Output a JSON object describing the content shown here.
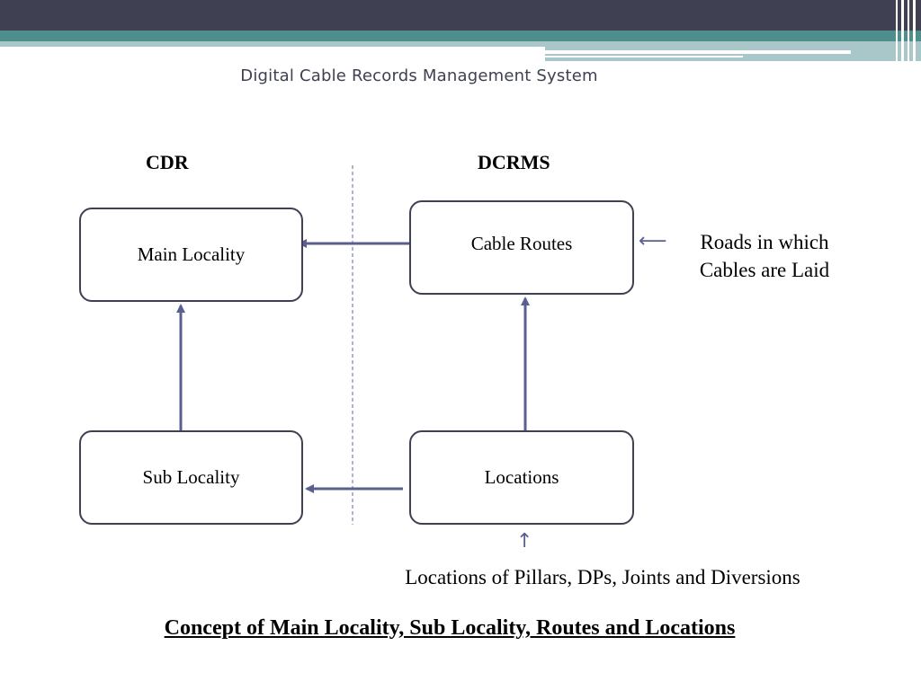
{
  "slide": {
    "title": "Digital Cable Records Management System"
  },
  "columns": {
    "left_heading": "CDR",
    "right_heading": "DCRMS"
  },
  "boxes": {
    "main_locality": "Main Locality",
    "sub_locality": "Sub Locality",
    "cable_routes": "Cable Routes",
    "locations": "Locations"
  },
  "annotations": {
    "roads_line1": "Roads in which",
    "roads_line2": "Cables are Laid",
    "pillars": "Locations of Pillars, DPs, Joints and Diversions"
  },
  "glyphs": {
    "left_arrow": "⟵",
    "up_arrow": "↑"
  },
  "footer": {
    "caption": "Concept of Main Locality, Sub Locality, Routes and Locations"
  },
  "colors": {
    "header_dark": "#3f4052",
    "header_teal": "#4e8e8c",
    "header_light": "#a9c7c9",
    "arrow": "#5a5f90",
    "box_border": "#3f4052",
    "divider": "#9aa2bd"
  }
}
